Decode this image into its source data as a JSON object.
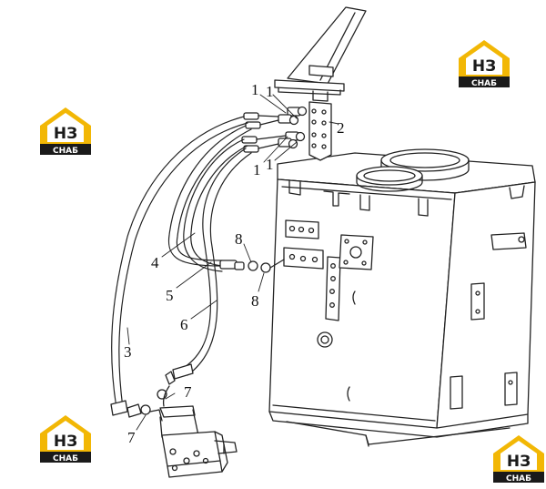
{
  "logo": {
    "letters": "НЗ",
    "subtitle": "СНАБ",
    "accent_color": "#f2b705",
    "dark_color": "#1a1a1a"
  },
  "callouts": [
    {
      "id": "c1a",
      "text": "1"
    },
    {
      "id": "c1b",
      "text": "1"
    },
    {
      "id": "c1c",
      "text": "1"
    },
    {
      "id": "c1d",
      "text": "1"
    },
    {
      "id": "c2",
      "text": "2"
    },
    {
      "id": "c3",
      "text": "3"
    },
    {
      "id": "c4",
      "text": "4"
    },
    {
      "id": "c5",
      "text": "5"
    },
    {
      "id": "c6",
      "text": "6"
    },
    {
      "id": "c7a",
      "text": "7"
    },
    {
      "id": "c7b",
      "text": "7"
    },
    {
      "id": "c8a",
      "text": "8"
    },
    {
      "id": "c8b",
      "text": "8"
    }
  ]
}
